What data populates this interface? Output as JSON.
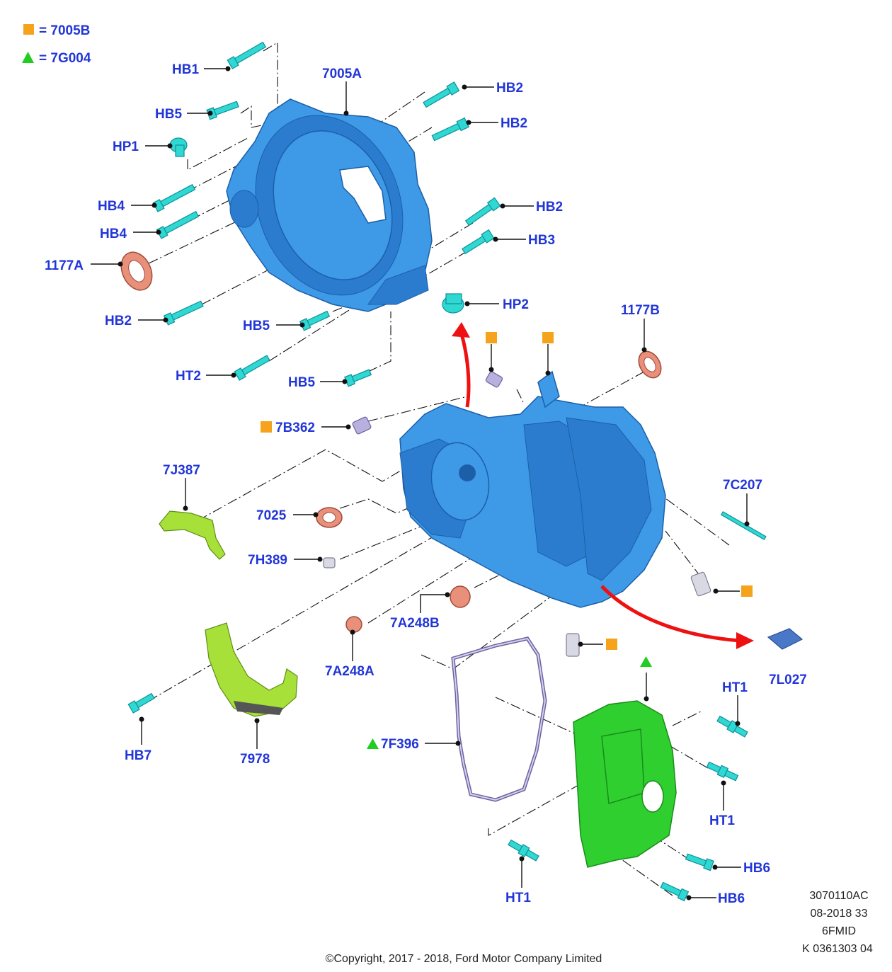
{
  "legend": [
    {
      "symbol": "square",
      "color": "#f5a31c",
      "text": "= 7005B"
    },
    {
      "symbol": "triangle",
      "color": "#22cc22",
      "text": "= 7G004"
    }
  ],
  "labels": {
    "hb1": "HB1",
    "a7005": "7005A",
    "hb5_top": "HB5",
    "hp1": "HP1",
    "hb2_a": "HB2",
    "hb2_b": "HB2",
    "hb4_a": "HB4",
    "hb4_b": "HB4",
    "hb2_c": "HB2",
    "hb3": "HB3",
    "a1177": "1177A",
    "hb2_d": "HB2",
    "hb5_mid": "HB5",
    "hp2": "HP2",
    "b1177": "1177B",
    "ht2": "HT2",
    "hb5_low": "HB5",
    "b7b362": "7B362",
    "j7387": "7J387",
    "c7207": "7C207",
    "p7025": "7025",
    "h7389": "7H389",
    "b7a248": "7A248B",
    "a7a248": "7A248A",
    "l7027": "7L027",
    "ht1_a": "HT1",
    "f7396": "7F396",
    "hb7": "HB7",
    "p7978": "7978",
    "ht1_b": "HT1",
    "hb6_a": "HB6",
    "ht1_c": "HT1",
    "hb6_b": "HB6"
  },
  "footer": {
    "copyright": "©Copyright, 2017 - 2018, Ford Motor Company Limited",
    "code_lines": [
      "3070110AC",
      "08-2018 33",
      "6FMID",
      "K 0361303 04"
    ]
  }
}
